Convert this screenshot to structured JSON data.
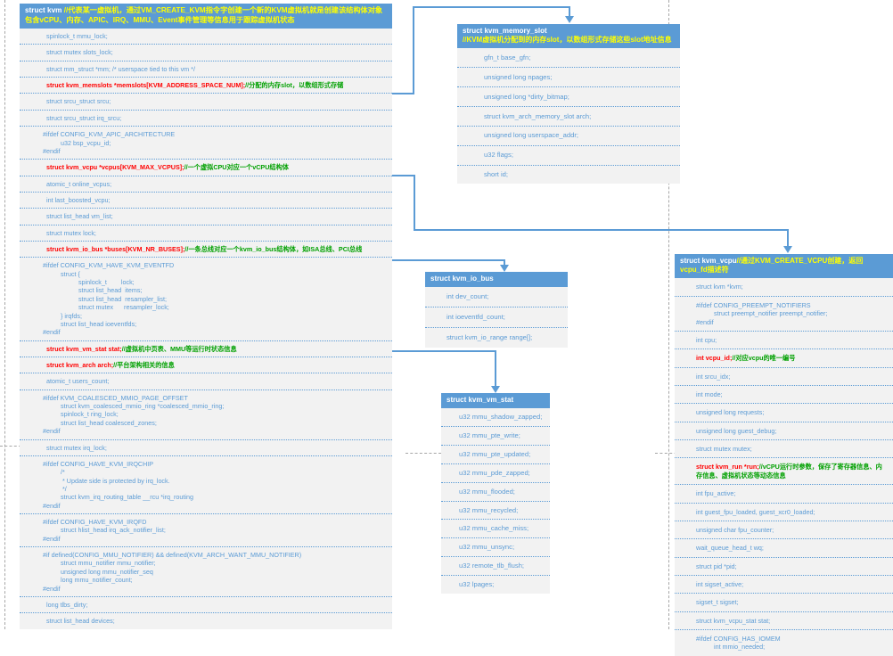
{
  "diagram": {
    "title": "KVM kernel data structures",
    "colors": {
      "header_fill": "#5b9bd5",
      "row_fill": "#f2f2f2",
      "row_text": "#5b9bd5",
      "highlight_text": "#ff0000",
      "comment_green": "#00a000",
      "comment_yellow": "#ffff00",
      "connector": "#5b9bd5",
      "pagebreak": "#a6a6a6"
    }
  },
  "boxes": {
    "kvm": {
      "title": "struct kvm ",
      "title_comment": "//代表某一虚拟机，通过VM_CREATE_KVM指令字创建一个新的KVM虚拟机就是创建该结构体对象 包含vCPU、内存、APIC、IRQ、MMU、Event事件管理等信息用于跟踪虚拟机状态",
      "rows": [
        {
          "text": "spinlock_t mmu_lock;",
          "style": "normal"
        },
        {
          "text": "struct mutex slots_lock;",
          "style": "normal"
        },
        {
          "text": "struct mm_struct *mm; /* userspace tied to this vm */",
          "style": "normal"
        },
        {
          "text": "struct kvm_memslots *memslots[KVM_ADDRESS_SPACE_NUM];",
          "comment": "//分配的内存slot，以数组形式存储",
          "style": "red"
        },
        {
          "text": "struct srcu_struct srcu;",
          "style": "normal"
        },
        {
          "text": "struct srcu_struct irq_srcu;",
          "style": "normal"
        },
        {
          "text": "#ifdef CONFIG_KVM_APIC_ARCHITECTURE\n          u32 bsp_vcpu_id;\n#endif",
          "style": "block"
        },
        {
          "text": "struct kvm_vcpu *vcpus[KVM_MAX_VCPUS];",
          "comment": "//一个虚拟CPU对应一个vCPU结构体",
          "style": "red"
        },
        {
          "text": "atomic_t online_vcpus;",
          "style": "normal"
        },
        {
          "text": "int last_boosted_vcpu;",
          "style": "normal"
        },
        {
          "text": "struct list_head vm_list;",
          "style": "normal"
        },
        {
          "text": "struct mutex lock;",
          "style": "normal"
        },
        {
          "text": "struct kvm_io_bus *buses[KVM_NR_BUSES];",
          "comment": "//一条总线对应一个kvm_io_bus结构体，如ISA总线、PCI总线",
          "style": "red"
        },
        {
          "text": "#ifdef CONFIG_KVM_HAVE_KVM_EVENTFD\n          struct {\n                    spinlock_t        lock;\n                    struct list_head  items;\n                    struct list_head  resampler_list;\n                    struct mutex      resampler_lock;\n          } irqfds;\n          struct list_head ioeventfds;\n#endif",
          "style": "block"
        },
        {
          "text": "struct kvm_vm_stat stat;",
          "comment": "//虚拟机中页表、MMU等运行时状态信息",
          "style": "red"
        },
        {
          "text": "struct kvm_arch arch;",
          "comment": "//平台架构相关的信息",
          "style": "red"
        },
        {
          "text": "atomic_t users_count;",
          "style": "normal"
        },
        {
          "text": "#ifdef KVM_COALESCED_MMIO_PAGE_OFFSET\n          struct kvm_coalesced_mmio_ring *coalesced_mmio_ring;\n          spinlock_t ring_lock;\n          struct list_head coalesced_zones;\n#endif",
          "style": "block"
        },
        {
          "text": "struct mutex irq_lock;",
          "style": "normal"
        },
        {
          "text": "#ifdef CONFIG_HAVE_KVM_IRQCHIP\n          /*\n           * Update side is protected by irq_lock.\n           */\n          struct kvm_irq_routing_table __rcu *irq_routing\n#endif",
          "style": "block"
        },
        {
          "text": "#ifdef CONFIG_HAVE_KVM_IRQFD\n          struct hlist_head irq_ack_notifier_list;\n#endif",
          "style": "block"
        },
        {
          "text": "#if defined(CONFIG_MMU_NOTIFIER) && defined(KVM_ARCH_WANT_MMU_NOTIFIER)\n          struct mmu_notifier mmu_notifier;\n          unsigned long mmu_notifier_seq\n          long mmu_notifier_count;\n#endif",
          "style": "block"
        },
        {
          "text": "long tlbs_dirty;",
          "style": "normal"
        },
        {
          "text": "struct list_head devices;",
          "style": "normal"
        }
      ]
    },
    "memory_slot": {
      "title": "struct kvm_memory_slot",
      "title_comment": "//KVM虚拟机分配到的内存slot，以数组形式存储这些slot地址信息",
      "rows": [
        {
          "text": "gfn_t base_gfn;",
          "style": "normal"
        },
        {
          "text": "unsigned long npages;",
          "style": "normal"
        },
        {
          "text": "unsigned long *dirty_bitmap;",
          "style": "normal"
        },
        {
          "text": "struct kvm_arch_memory_slot arch;",
          "style": "normal"
        },
        {
          "text": "unsigned long userspace_addr;",
          "style": "normal"
        },
        {
          "text": "u32 flags;",
          "style": "normal"
        },
        {
          "text": "short id;",
          "style": "normal"
        }
      ]
    },
    "io_bus": {
      "title": "struct kvm_io_bus",
      "title_comment": "",
      "rows": [
        {
          "text": "int dev_count;",
          "style": "normal"
        },
        {
          "text": "int ioeventfd_count;",
          "style": "normal"
        },
        {
          "text": "struct kvm_io_range range[];",
          "style": "normal"
        }
      ]
    },
    "vm_stat": {
      "title": "struct kvm_vm_stat",
      "title_comment": "",
      "rows": [
        {
          "text": "u32 mmu_shadow_zapped;",
          "style": "normal"
        },
        {
          "text": "u32 mmu_pte_write;",
          "style": "normal"
        },
        {
          "text": "u32 mmu_pte_updated;",
          "style": "normal"
        },
        {
          "text": "u32 mmu_pde_zapped;",
          "style": "normal"
        },
        {
          "text": "u32 mmu_flooded;",
          "style": "normal"
        },
        {
          "text": "u32 mmu_recycled;",
          "style": "normal"
        },
        {
          "text": "u32 mmu_cache_miss;",
          "style": "normal"
        },
        {
          "text": "u32 mmu_unsync;",
          "style": "normal"
        },
        {
          "text": "u32 remote_tlb_flush;",
          "style": "normal"
        },
        {
          "text": "u32 lpages;",
          "style": "normal"
        }
      ]
    },
    "vcpu": {
      "title": "struct kvm_vcpu",
      "title_comment": "//通过KVM_CREATE_VCPU创建，返回vcpu_fd描述符",
      "rows": [
        {
          "text": "struct kvm *kvm;",
          "style": "normal"
        },
        {
          "text": "#ifdef CONFIG_PREEMPT_NOTIFIERS\n          struct preempt_notifier preempt_notifier;\n#endif",
          "style": "block"
        },
        {
          "text": "int cpu;",
          "style": "normal"
        },
        {
          "text": "int vcpu_id;",
          "comment": "//对应vcpu的唯一编号",
          "style": "red"
        },
        {
          "text": "int srcu_idx;",
          "style": "normal"
        },
        {
          "text": "int mode;",
          "style": "normal"
        },
        {
          "text": "unsigned long requests;",
          "style": "normal"
        },
        {
          "text": "unsigned long guest_debug;",
          "style": "normal"
        },
        {
          "text": "struct mutex mutex;",
          "style": "normal"
        },
        {
          "text": "struct kvm_run *run;",
          "comment": "//vCPU运行时参数，保存了寄存器信息、内存信息、虚拟机状态等动态信息",
          "style": "red-wrap"
        },
        {
          "text": "int fpu_active;",
          "style": "normal"
        },
        {
          "text": "int guest_fpu_loaded, guest_xcr0_loaded;",
          "style": "normal"
        },
        {
          "text": "unsigned char fpu_counter;",
          "style": "normal"
        },
        {
          "text": "wait_queue_head_t wq;",
          "style": "normal"
        },
        {
          "text": "struct pid *pid;",
          "style": "normal"
        },
        {
          "text": "int sigset_active;",
          "style": "normal"
        },
        {
          "text": "sigset_t sigset;",
          "style": "normal"
        },
        {
          "text": "struct kvm_vcpu_stat stat;",
          "style": "normal"
        },
        {
          "text": "#ifdef CONFIG_HAS_IOMEM\n          int mmio_needed;",
          "style": "block"
        }
      ]
    }
  },
  "connectors": [
    {
      "from": "kvm.memslots",
      "to": "memory_slot",
      "label": ""
    },
    {
      "from": "kvm.vcpus",
      "to": "vcpu",
      "label": ""
    },
    {
      "from": "kvm.buses",
      "to": "io_bus",
      "label": ""
    },
    {
      "from": "kvm.stat",
      "to": "vm_stat",
      "label": ""
    }
  ]
}
